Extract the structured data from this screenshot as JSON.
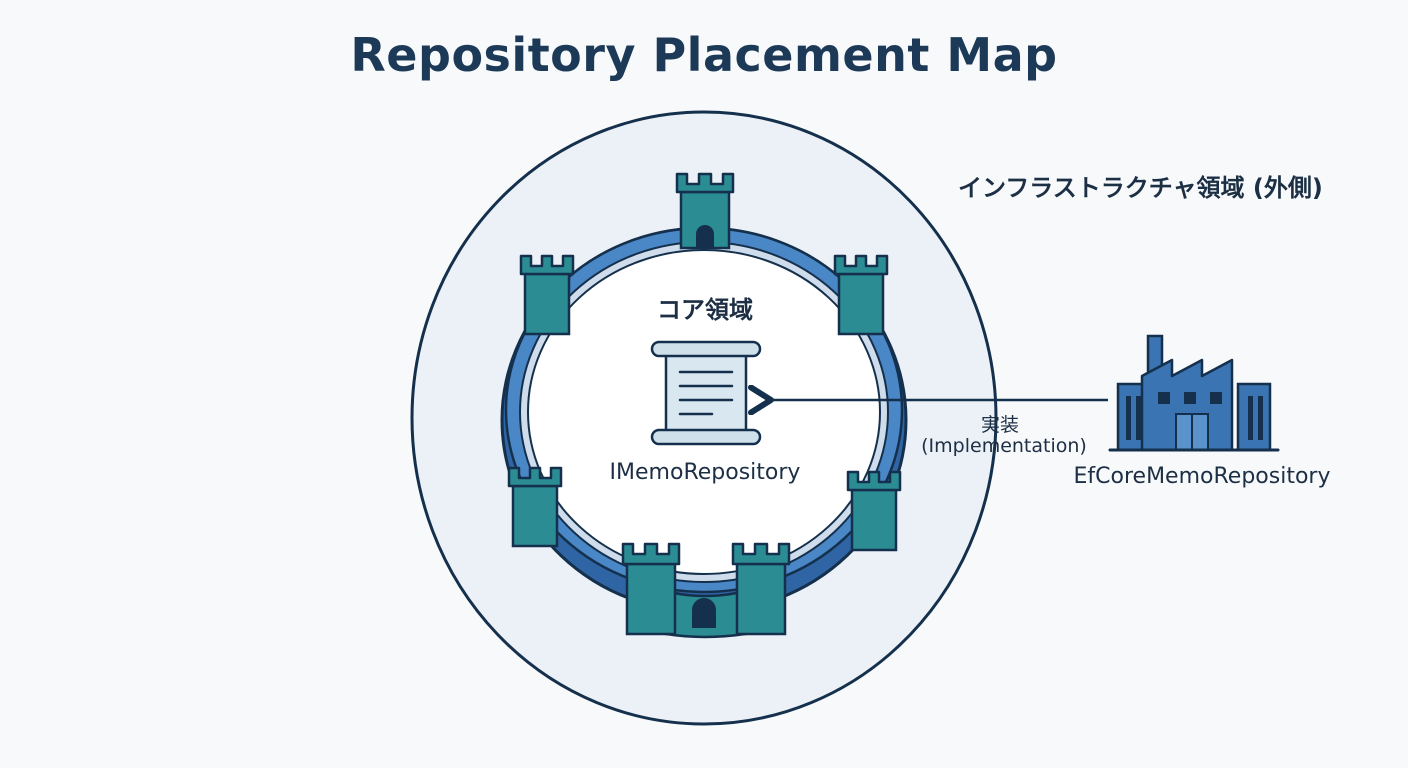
{
  "title": "Repository Placement Map",
  "labels": {
    "outer_region": "インフラストラクチャ領域 (外側)",
    "core_region": "コア領域",
    "interface_name": "IMemoRepository",
    "relation_jp": "実装",
    "relation_en": "(Implementation)",
    "implementation_name": "EfCoreMemoRepository"
  },
  "colors": {
    "title": "#1c3a57",
    "text": "#1c2f44",
    "outer_fill": "#ebf1f6",
    "outline": "#15304c",
    "wall_blue": "#3f7bbd",
    "tower_teal": "#2b8c94",
    "factory_blue": "#3b74b3"
  },
  "icons": {
    "core_fortress": "castle-wall-icon",
    "interface": "scroll-icon",
    "implementation": "factory-icon"
  }
}
